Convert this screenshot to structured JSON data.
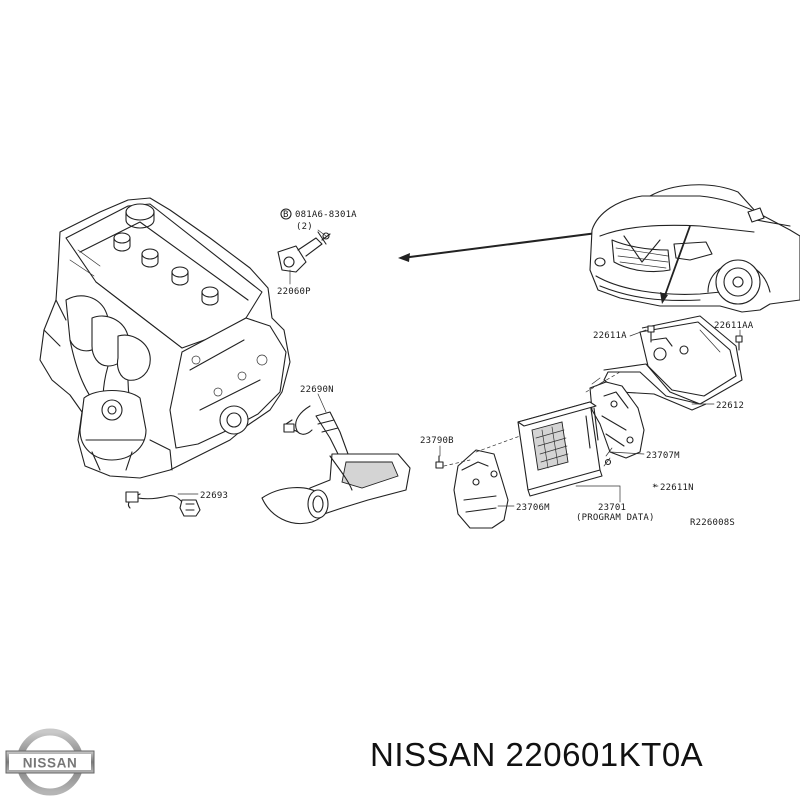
{
  "diagram": {
    "callouts": {
      "bolt_ref": "081A6-8301A",
      "bolt_qty": "(2)",
      "sensor_upper": "22060P",
      "sensor_o2": "22690N",
      "sensor_lower": "22693",
      "bracket_left_label": "22611A",
      "bracket_right_label": "22611AA",
      "cover": "22612",
      "bolt_small": "23790B",
      "bracket_ecu": "23707M",
      "nut": "22611N",
      "ecu": "23701",
      "ecu_note": "(PROGRAM DATA)",
      "cover_lower": "23706M",
      "drawing_ref": "R226008S"
    }
  },
  "caption": {
    "brand": "NISSAN",
    "part_number": "220601KT0A"
  },
  "logo": {
    "text": "NISSAN",
    "color": "#8a8a8a"
  }
}
